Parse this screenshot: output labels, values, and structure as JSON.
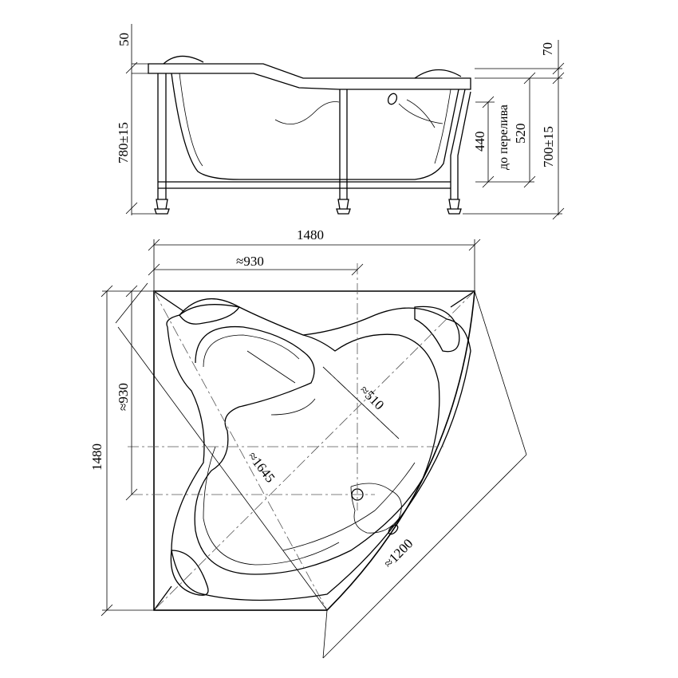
{
  "side_view": {
    "dim_top_left": "50",
    "dim_top_right": "70",
    "dim_height_left": "780±15",
    "dim_440": "440",
    "dim_overflow_label": "до перелива",
    "dim_520": "520",
    "dim_height_right": "700±15"
  },
  "plan_view": {
    "dim_width": "1480",
    "dim_930_top": "≈930",
    "dim_930_left": "≈930",
    "dim_height": "1480",
    "dim_510": "≈510",
    "dim_1645": "≈1645",
    "dim_1200": "≈1200"
  }
}
